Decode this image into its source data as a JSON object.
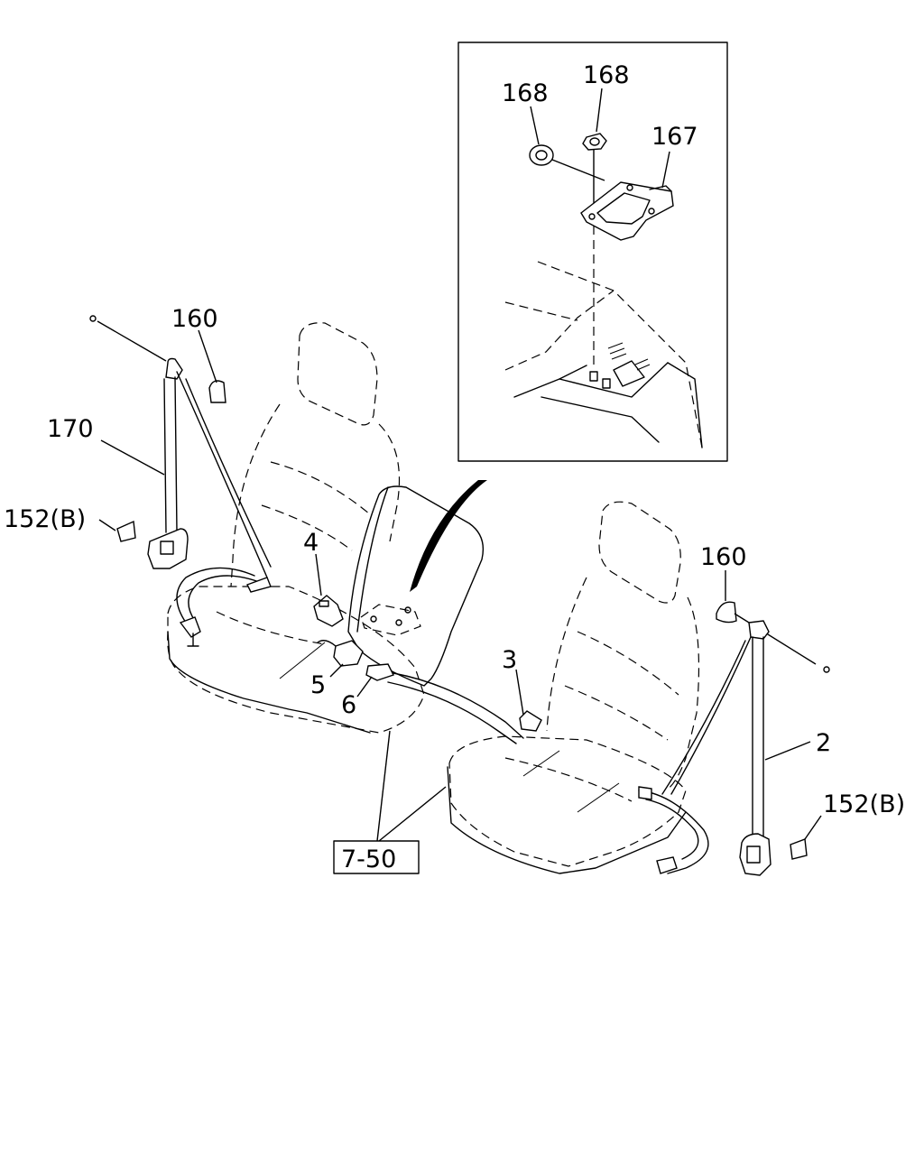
{
  "labels": {
    "inset_168_left": "168",
    "inset_168_right": "168",
    "inset_167": "167",
    "left_160": "160",
    "left_170": "170",
    "left_152b": "152(B)",
    "part_4": "4",
    "part_5": "5",
    "part_6": "6",
    "part_3": "3",
    "right_160": "160",
    "part_2": "2",
    "right_152b": "152(B)",
    "ref_box": "7-50"
  }
}
